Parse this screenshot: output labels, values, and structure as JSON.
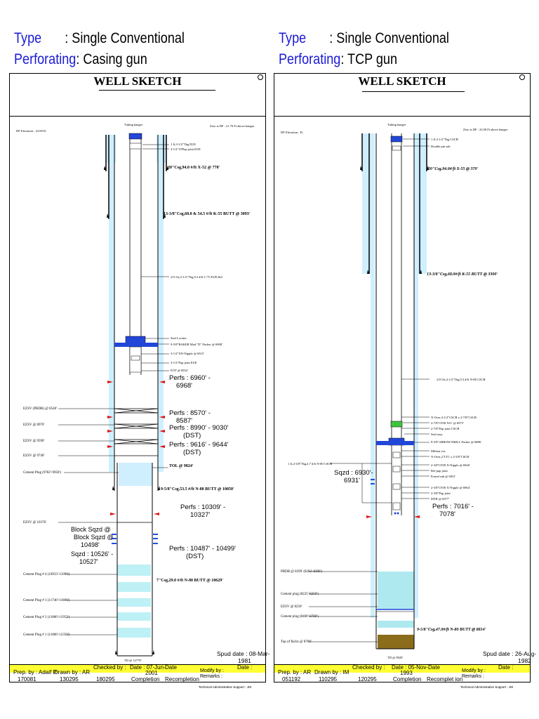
{
  "left_header": {
    "type_key": "Type",
    "type_val": ": Single Conventional",
    "perf_key": "Perforating",
    "perf_val": ": Casing gun"
  },
  "right_header": {
    "type_key": "Type",
    "type_val": ": Single Conventional",
    "perf_key": "Perforating",
    "perf_val": ": TCP gun"
  },
  "left": {
    "title": "WELL SKETCH",
    "df_elevation": "DF Elevation : 23.00 Ft.",
    "zero": "Zero is DF : 21.70 Ft above hanger",
    "tubing_hanger": "Tubing hanger",
    "r1": "1 Jt,3-1/2\"Tbg EUE",
    "r2": "3-1/2\"10'Pup joint EUE",
    "csg20": "20\"Csg,94.0 #/ft X-52 @ 778'",
    "csg1338": "13-3/8\"Csg,68.0 & 54.5 #/ft K-55 BUTT @ 3093'",
    "tbg": "215 Jts,3-1/2\"Tbg,9.2 #/ft C-75 EUE,8rd",
    "seal": "Seal Locator",
    "packer": "9-5/8\"BAKER Mod \"D\" Packer @ 6908'",
    "xn": "3-1/2\"XN-Nipple @ 6915'",
    "pup": "3-1/2\"Pup joint EUE",
    "eot": "EOT @ 6932'",
    "perfs1": "Perfs : 6960' -",
    "perfs1b": "6968'",
    "ezsv1": "EZSV (PBDB) @ 8540'",
    "ezsv2": "EZSV @ 8970'",
    "ezsv3": "EZSV @ 9590'",
    "ezsv4": "EZSV @ 9740'",
    "perfs2a": "Perfs : 8570' -",
    "perfs2b": "8587'",
    "perfs3a": "Perfs : 8990' - 9030'",
    "perfs3b": "(DST)",
    "perfs4a": "Perfs : 9616' - 9644'",
    "perfs4b": "(DST)",
    "cement_plug": "Cement Plug (9782'-9958')",
    "tol": "TOL @ 9824'",
    "csg958": "9-5/8\"Csg,53.5 #/ft N-80 BUTT @ 10050'",
    "ezsv5": "EZSV @ 10378'",
    "perfs5a": "Perfs : 10309' -",
    "perfs5b": "10327'",
    "block_a": "Block Sqzd @",
    "block_b": "10498'",
    "block_c": "Block Sqzd @",
    "sqzd_a": "Sqzd : 10526' -",
    "sqzd_b": "10527'",
    "perfs6a": "Perfs : 10487' - 10499'",
    "perfs6b": "(DST)",
    "cp4": "Cement Plug # 4 (10933'-11090')",
    "csg7": "7\"Csg,29.0 #/ft N-80 BUTT @ 10629'",
    "cp3": "Cement Plug # 3 (11740'-11800')",
    "cp2": "Cement Plug # 2 (11800'-11952')",
    "cp1": "Cement Plug # 1 (11800'-12350')",
    "td": "TD @ 12778'",
    "spud_a": "Spud date : 08-Mar-",
    "spud_b": "1981",
    "footer": {
      "prep": "Prep. by : Adaif P.",
      "drawn": "Drawn by : AR",
      "checked": "Checked by :",
      "date1": "Date : 07-Jun-",
      "date1b": "2001",
      "date_col": "Date",
      "date_col2": "Date :",
      "v1": "170081",
      "v2": "130295",
      "v3": "180295",
      "completion": "Completion",
      "recompletion": "Recompletion",
      "modify": "Modify by :",
      "remarks": "Remarks :",
      "tas": "Technical Administrative Support - JM"
    }
  },
  "right": {
    "title": "WELL SKETCH",
    "df_elevation": "DF Elevation :        Ft.",
    "zero": "Zero is DF : 22.00 Ft above hanger",
    "tubing_hanger": "Tubing hanger",
    "r1": "1 Jt,3-1/2\"Tbg CSCB",
    "r2": "Double pin sub",
    "csg20": "20\"Csg,94.0#/ft X-55 @ 370'",
    "csg1338": "13-3/8\"Csg,68.0#/ft K-55 BUTT @ 3300'",
    "tbg": "219 Jts,3-1/2\"Tbg,9.3 #/ft N-80 CSCB",
    "xover": "X-Over,3-1/2\"CSCB x 2-7/8\"CSCB",
    "otis": "2-7/8\"OTIS XO- @ 6975'",
    "pup1": "2-7/8\"Pup joint CSCB",
    "seal": "Seal assy",
    "packer": "9-5/8\"ARROW DRILL Packer @ 6886'",
    "millout": "Millout ext.",
    "xover2": "X-Over,2\"LTC x 2-3/8\"CSCB",
    "xnip": "2-3/8\"OTIS X-Nipple @ 6926'",
    "ported": "Ref pup joint",
    "ported2": "Ported sub @ 6931'",
    "tbg1jt": "1 Jt,2-3/8\"Tbg,4.7 #/ft N-80 CSCB",
    "sqzd_a": "Sqzd : 6930'-",
    "sqzd_b": "6931'",
    "xnip2": "2-3/8\"OTIS X-Nipple @ 6964'",
    "pup2": "2-3/8\"Pup joint",
    "mtr": "MTR @ 6977'",
    "perfs_a": "Perfs : 7016' -",
    "perfs_b": "7078'",
    "pbd": "PBDB @ 8399' (8202'-8390')",
    "cp1": "Cement plug (8225'-8250')",
    "ezsv": "EZSV @ 8250'",
    "cp2": "Cement plug (8400'-8700')",
    "csg958": "9-5/8\"Csg,47.0#/ft N-80 BUTT @ 8814'",
    "toplinks": "Top of fla/its @ 8700'",
    "td": "TD @ 8920'",
    "spud_a": "Spud date : 26-Aug-",
    "spud_b": "1982",
    "footer": {
      "prep": "Prep. by : AR",
      "drawn": "Drawn by : IM",
      "checked": "Checked by :",
      "date1": "Date : 05-Nov-",
      "date1b": "1993",
      "date_col": "Date",
      "date_col2": "Date :",
      "v1": "051192",
      "v2": "110295",
      "v3": "120295",
      "completion": "Completion",
      "recompletion": "Recomplet ion",
      "modify": "Modify by :",
      "remarks": "Remarks :",
      "tas": "Technical Administrative Support - JM"
    }
  },
  "colors": {
    "blue_label": "#1a1ad6",
    "annulus": "#cfefff",
    "cement": "#aee9f0",
    "highlight": "#ffff33",
    "perf_red": "#e01515",
    "sand": "#8b6c1a"
  }
}
